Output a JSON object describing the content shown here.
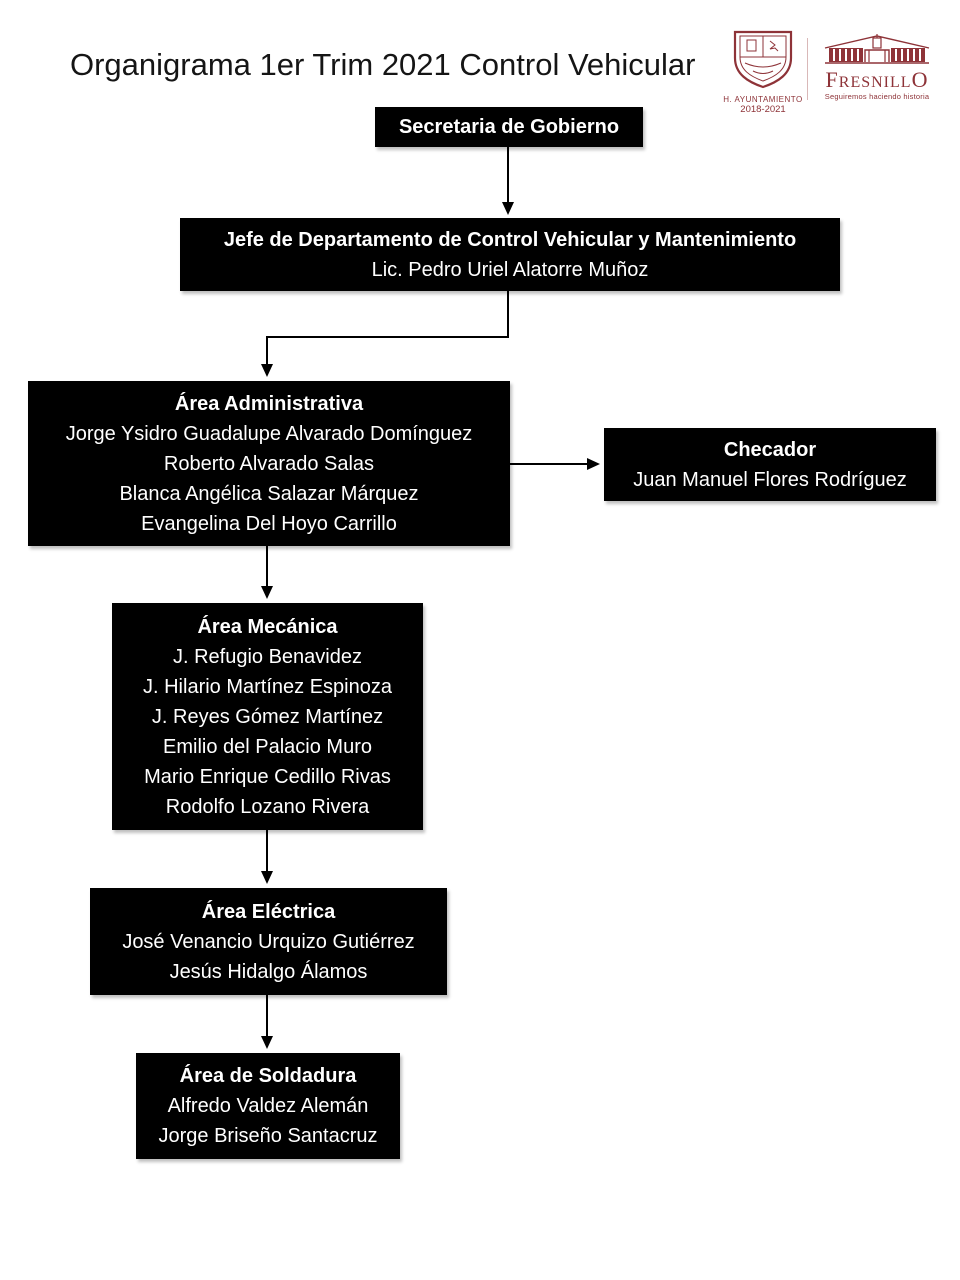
{
  "page": {
    "title": "Organigrama 1er Trim 2021 Control Vehicular"
  },
  "logos": {
    "accent_color": "#8e3338",
    "ayuntamiento": {
      "caption": "H. AYUNTAMIENTO",
      "years": "2018-2021"
    },
    "fresnillo": {
      "name_parts": [
        "F",
        "RESNILL",
        "O"
      ],
      "tagline": "Seguiremos haciendo historia"
    }
  },
  "org": {
    "box_bg": "#000000",
    "box_text": "#ffffff",
    "nodes": {
      "secretaria": {
        "title": "Secretaria de Gobierno",
        "members": []
      },
      "jefe": {
        "title": "Jefe de Departamento de Control Vehicular y Mantenimiento",
        "members": [
          "Lic. Pedro Uriel Alatorre Muñoz"
        ]
      },
      "administrativa": {
        "title": "Área Administrativa",
        "members": [
          "Jorge Ysidro Guadalupe Alvarado Domínguez",
          "Roberto Alvarado Salas",
          "Blanca Angélica Salazar Márquez",
          "Evangelina Del Hoyo Carrillo"
        ]
      },
      "checador": {
        "title": "Checador",
        "members": [
          "Juan Manuel Flores Rodríguez"
        ]
      },
      "mecanica": {
        "title": "Área Mecánica",
        "members": [
          "J. Refugio Benavidez",
          "J. Hilario Martínez Espinoza",
          "J. Reyes Gómez Martínez",
          "Emilio del Palacio Muro",
          "Mario Enrique Cedillo Rivas",
          "Rodolfo Lozano Rivera"
        ]
      },
      "electrica": {
        "title": "Área Eléctrica",
        "members": [
          "José Venancio Urquizo Gutiérrez",
          "Jesús Hidalgo Álamos"
        ]
      },
      "soldadura": {
        "title": "Área de Soldadura",
        "members": [
          "Alfredo Valdez Alemán",
          "Jorge Briseño Santacruz"
        ]
      }
    }
  }
}
